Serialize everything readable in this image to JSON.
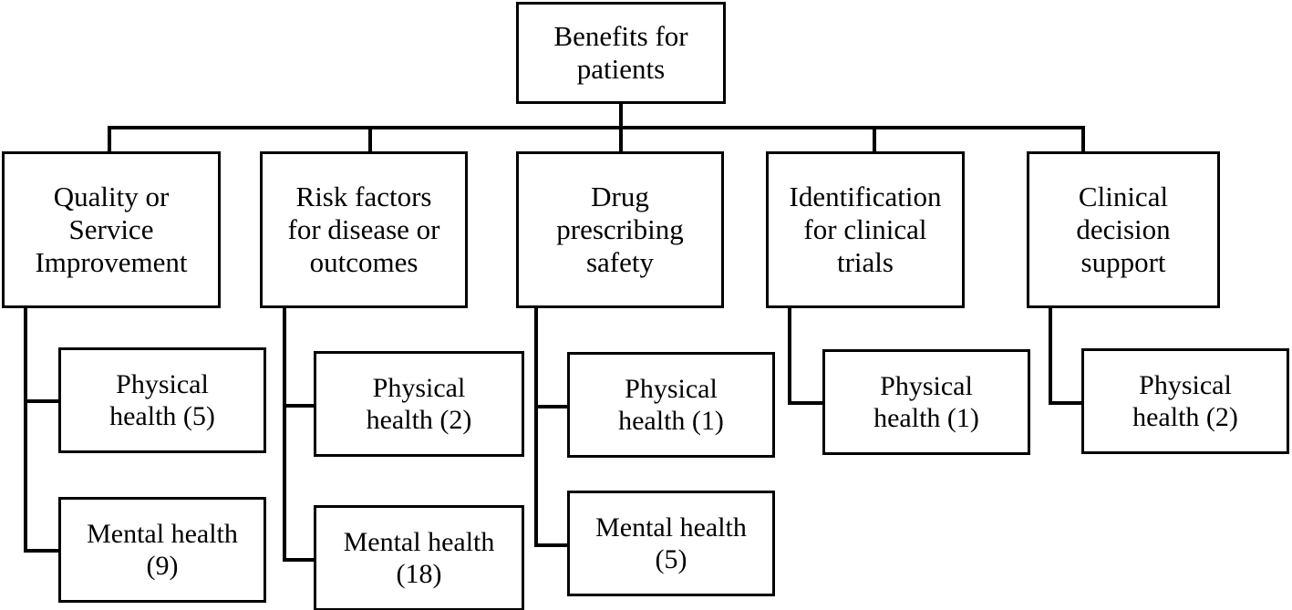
{
  "diagram": {
    "type": "hierarchy-tree",
    "title": "Benefits for patients",
    "orientation": "top-down",
    "background_color": "#ffffff",
    "border_color": "#000000",
    "text_color": "#000000"
  },
  "root": {
    "label": "Benefits for\npatients"
  },
  "categories": [
    {
      "id": "quality-or-service-improvement",
      "label": "Quality or\nService\nImprovement",
      "children": [
        {
          "id": "physical-health",
          "label": "Physical\nhealth (5)",
          "type": "Physical health",
          "count": 5
        },
        {
          "id": "mental-health",
          "label": "Mental health\n(9)",
          "type": "Mental health",
          "count": 9
        }
      ]
    },
    {
      "id": "risk-factors-for-disease-or-outcomes",
      "label": "Risk factors\nfor disease or\noutcomes",
      "children": [
        {
          "id": "physical-health",
          "label": "Physical\nhealth (2)",
          "type": "Physical health",
          "count": 2
        },
        {
          "id": "mental-health",
          "label": "Mental health\n(18)",
          "type": "Mental health",
          "count": 18
        }
      ]
    },
    {
      "id": "drug-prescribing-safety",
      "label": "Drug\nprescribing\nsafety",
      "children": [
        {
          "id": "physical-health",
          "label": "Physical\nhealth (1)",
          "type": "Physical health",
          "count": 1
        },
        {
          "id": "mental-health",
          "label": "Mental health\n(5)",
          "type": "Mental health",
          "count": 5
        }
      ]
    },
    {
      "id": "identification-for-clinical-trials",
      "label": "Identification\nfor clinical\ntrials",
      "children": [
        {
          "id": "physical-health",
          "label": "Physical\nhealth (1)",
          "type": "Physical health",
          "count": 1
        }
      ]
    },
    {
      "id": "clinical-decision-support",
      "label": "Clinical\ndecision\nsupport",
      "children": [
        {
          "id": "physical-health",
          "label": "Physical\nhealth (2)",
          "type": "Physical health",
          "count": 2
        }
      ]
    }
  ]
}
